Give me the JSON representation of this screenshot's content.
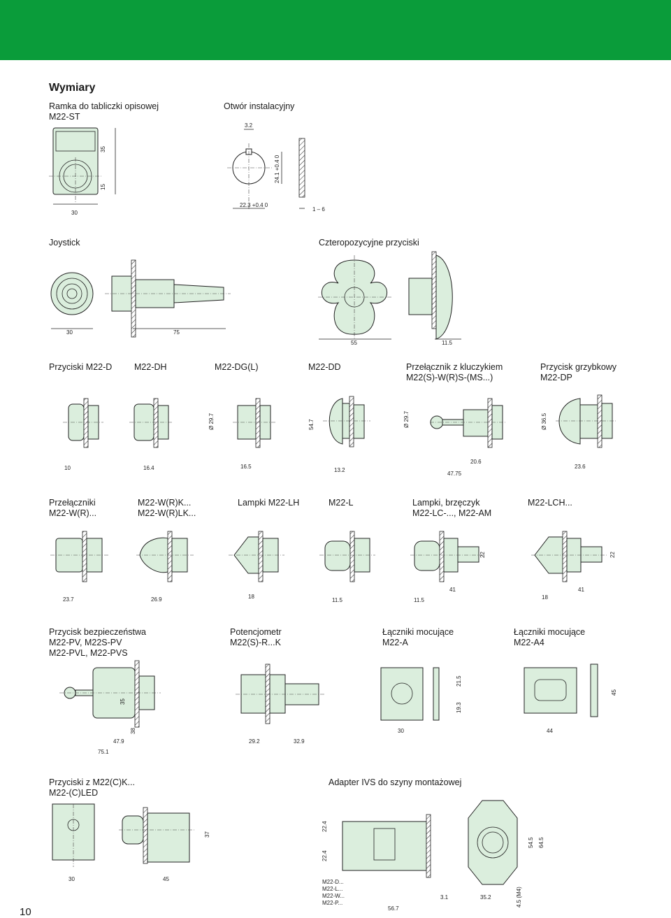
{
  "header": {
    "color": "#0a9c3a"
  },
  "title": "Wymiary",
  "row1": {
    "ramka": {
      "line1": "Ramka do tabliczki opisowej",
      "line2": "M22-ST",
      "dims": [
        "35",
        "15",
        "30"
      ]
    },
    "otwor": {
      "label": "Otwór instalacyjny",
      "dims": [
        "3.2",
        "24.1 +0.4 0",
        "22.3 +0.4 0",
        "1 – 6"
      ]
    }
  },
  "row2": {
    "joystick": {
      "label": "Joystick",
      "dims": [
        "30",
        "75"
      ]
    },
    "cztero": {
      "label": "Czteropozycyjne przyciski",
      "dims": [
        "55",
        "11.5"
      ]
    }
  },
  "row3": {
    "labels": [
      {
        "l1": "Przyciski M22-D",
        "l2": ""
      },
      {
        "l1": "M22-DH",
        "l2": ""
      },
      {
        "l1": "M22-DG(L)",
        "l2": ""
      },
      {
        "l1": "M22-DD",
        "l2": ""
      },
      {
        "l1": "Przełącznik z kluczykiem",
        "l2": "M22(S)-W(R)S-(MS...)"
      },
      {
        "l1": "Przycisk grzybkowy",
        "l2": "M22-DP"
      }
    ],
    "dims": [
      "10",
      "16.4",
      "Ø 29.7",
      "16.5",
      "54.7",
      "13.2",
      "Ø 29.7",
      "20.6",
      "47.75",
      "Ø 36.5",
      "23.6"
    ]
  },
  "row4": {
    "labels": [
      {
        "l1": "Przełączniki",
        "l2": "M22-W(R)..."
      },
      {
        "l1": "M22-W(R)K...",
        "l2": "M22-W(R)LK..."
      },
      {
        "l1": "Lampki M22-LH",
        "l2": ""
      },
      {
        "l1": "M22-L",
        "l2": ""
      },
      {
        "l1": "Lampki, brzęczyk",
        "l2": "M22-LC-..., M22-AM"
      },
      {
        "l1": "M22-LCH...",
        "l2": ""
      }
    ],
    "dims": [
      "23.7",
      "26.9",
      "18",
      "11.5",
      "11.5",
      "41",
      "22",
      "18",
      "41",
      "22"
    ]
  },
  "row5": {
    "labels": [
      {
        "l1": "Przycisk bezpieczeństwa",
        "l2": "M22-PV, M22S-PV",
        "l3": "M22-PVL, M22-PVS"
      },
      {
        "l1": "Potencjometr",
        "l2": "M22(S)-R...K",
        "l3": ""
      },
      {
        "l1": "Łączniki mocujące",
        "l2": "M22-A",
        "l3": ""
      },
      {
        "l1": "Łączniki mocujące",
        "l2": "M22-A4",
        "l3": ""
      }
    ],
    "dims": [
      "35",
      "38",
      "47.9",
      "75.1",
      "29.2",
      "32.9",
      "30",
      "21.5",
      "19.3",
      "44",
      "45"
    ]
  },
  "row6": {
    "left": {
      "l1": "Przyciski z M22(C)K...",
      "l2": "M22-(C)LED",
      "dims": [
        "37",
        "30",
        "45"
      ]
    },
    "right": {
      "label": "Adapter IVS do szyny montażowej",
      "dims": [
        "22.4",
        "22.4",
        "56.7",
        "3.1",
        "35.2",
        "4.5 (M4)",
        "54.5",
        "64.5"
      ],
      "list": [
        "M22-D...",
        "M22-L...",
        "M22-W...",
        "M22-P..."
      ]
    }
  },
  "page_number": "10"
}
